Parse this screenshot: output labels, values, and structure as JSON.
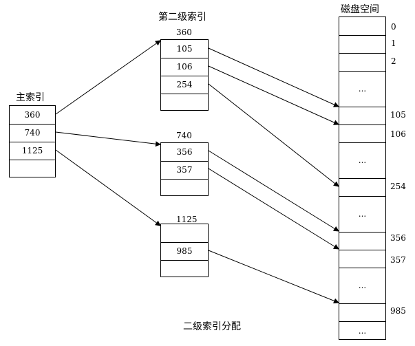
{
  "labels": {
    "second_index_title": "第二级索引",
    "main_index_title": "主索引",
    "disk_title": "磁盘空间",
    "caption": "二级索引分配"
  },
  "main_index": {
    "cells": [
      "360",
      "740",
      "1125",
      ""
    ]
  },
  "second_index_blocks": [
    {
      "header": "360",
      "cells": [
        "105",
        "106",
        "254",
        ""
      ]
    },
    {
      "header": "740",
      "cells": [
        "356",
        "357",
        ""
      ]
    },
    {
      "header": "1125",
      "cells": [
        "",
        "985",
        ""
      ]
    }
  ],
  "disk": {
    "cells": [
      "",
      "",
      "",
      "...",
      "",
      "",
      "...",
      "",
      "...",
      "",
      "",
      "...",
      "",
      "..."
    ],
    "side_labels": [
      "0",
      "1",
      "2",
      "105",
      "106",
      "254",
      "356",
      "357",
      "985"
    ]
  }
}
